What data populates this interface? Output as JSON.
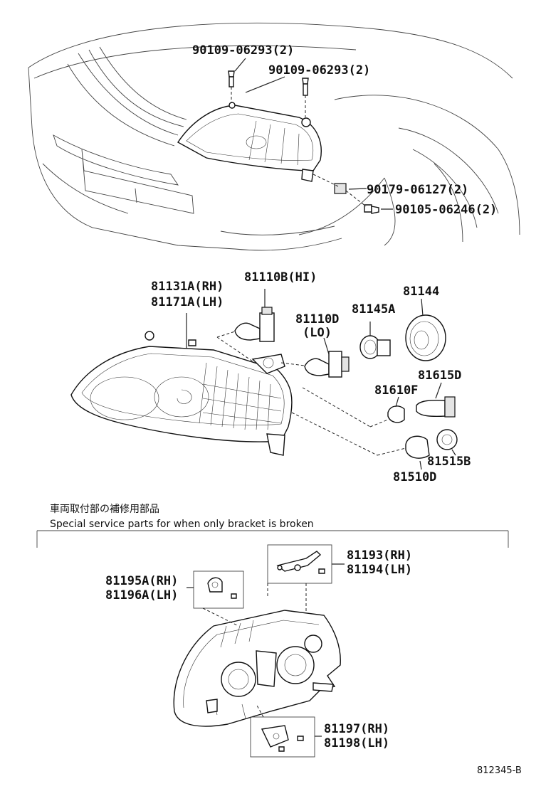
{
  "mount_parts": {
    "screw_a": "90109-06293(2)",
    "screw_b": "90109-06293(2)",
    "nut": "90179-06127(2)",
    "bolt": "90105-06246(2)"
  },
  "headlamp_parts": {
    "unit_rh": "81131A(RH)",
    "unit_lh": "81171A(LH)",
    "bulb_hi": "81110B(HI)",
    "bulb_lo_num": "81110D",
    "bulb_lo_tag": "(LO)",
    "socket": "81145A",
    "cover": "81144",
    "clearance_bulb": "81615D",
    "side_bulb": "81610F",
    "turn_socket": "81515B",
    "turn_bulb": "81510D"
  },
  "service": {
    "title_jp": "車両取付部の補修用部品",
    "title_en": "Special service parts for when only bracket is broken",
    "bracket_top_rh": "81193(RH)",
    "bracket_top_lh": "81194(LH)",
    "bracket_left_rh": "81195A(RH)",
    "bracket_left_lh": "81196A(LH)",
    "bracket_bottom_rh": "81197(RH)",
    "bracket_bottom_lh": "81198(LH)"
  },
  "figure_ref": "812345-B"
}
